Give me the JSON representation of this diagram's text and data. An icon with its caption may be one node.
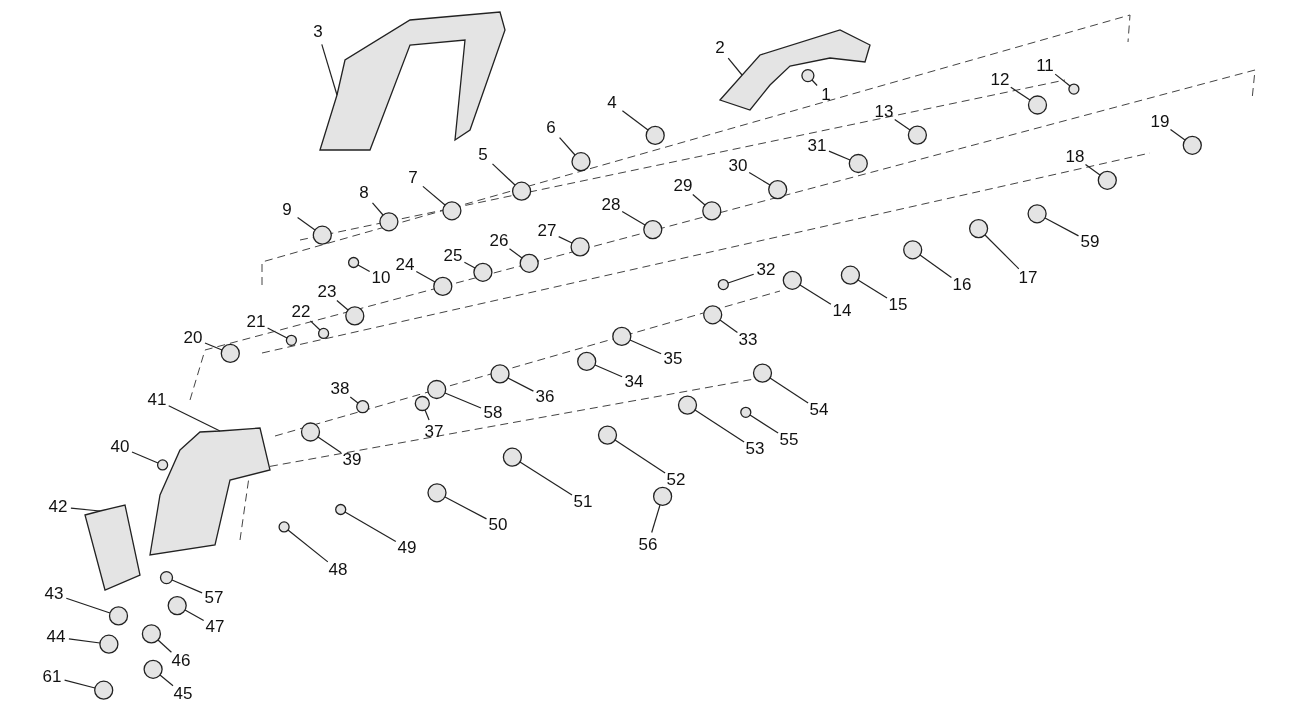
{
  "diagram": {
    "nodes": [
      {
        "text": [
          "1"
        ]
      },
      {
        "text": [
          "2"
        ]
      },
      {
        "text": [
          "3"
        ]
      },
      {
        "text": [
          "4"
        ]
      },
      {
        "text": [
          "5"
        ]
      },
      {
        "text": [
          "6"
        ]
      },
      {
        "text": [
          "7"
        ]
      },
      {
        "text": [
          "8"
        ]
      },
      {
        "text": [
          "9"
        ]
      },
      {
        "text": [
          "10"
        ]
      },
      {
        "text": [
          "11"
        ]
      },
      {
        "text": [
          "12"
        ]
      },
      {
        "text": [
          "13"
        ]
      },
      {
        "text": [
          "14"
        ]
      },
      {
        "text": [
          "15"
        ]
      },
      {
        "text": [
          "16"
        ]
      },
      {
        "text": [
          "17"
        ]
      },
      {
        "text": [
          "18"
        ]
      },
      {
        "text": [
          "19"
        ]
      },
      {
        "text": [
          "20"
        ]
      },
      {
        "text": [
          "21"
        ]
      },
      {
        "text": [
          "22"
        ]
      },
      {
        "text": [
          "23"
        ]
      },
      {
        "text": [
          "24"
        ]
      },
      {
        "text": [
          "25"
        ]
      },
      {
        "text": [
          "26"
        ]
      },
      {
        "text": [
          "27"
        ]
      },
      {
        "text": [
          "28"
        ]
      },
      {
        "text": [
          "29"
        ]
      },
      {
        "text": [
          "30"
        ]
      },
      {
        "text": [
          "31"
        ]
      },
      {
        "text": [
          "32"
        ]
      },
      {
        "text": [
          "33"
        ]
      },
      {
        "text": [
          "34"
        ]
      },
      {
        "text": [
          "35"
        ]
      },
      {
        "text": [
          "36"
        ]
      },
      {
        "text": [
          "37"
        ]
      },
      {
        "text": [
          "38"
        ]
      },
      {
        "text": [
          "39"
        ]
      },
      {
        "text": [
          "40"
        ]
      },
      {
        "text": [
          "41"
        ]
      },
      {
        "text": [
          "42"
        ]
      },
      {
        "text": [
          "43"
        ]
      },
      {
        "text": [
          "44"
        ]
      },
      {
        "text": [
          "45"
        ]
      },
      {
        "text": [
          "46"
        ]
      },
      {
        "text": [
          "47"
        ]
      },
      {
        "text": [
          "48"
        ]
      },
      {
        "text": [
          "49"
        ]
      },
      {
        "text": [
          "50"
        ]
      },
      {
        "text": [
          "51"
        ]
      },
      {
        "text": [
          "52"
        ]
      },
      {
        "text": [
          "53"
        ]
      },
      {
        "text": [
          "54"
        ]
      },
      {
        "text": [
          "55"
        ]
      },
      {
        "text": [
          "56"
        ]
      },
      {
        "text": [
          "57"
        ]
      },
      {
        "text": [
          "58"
        ]
      },
      {
        "text": [
          "59"
        ]
      },
      {
        "text": [
          "61"
        ]
      },
      {
        "text": [],
        "shape": "circle"
      },
      {
        "text": [],
        "shape": "picture"
      },
      {
        "text": [],
        "shape": "picture"
      },
      {
        "text": [],
        "shape": "circle"
      },
      {
        "text": [],
        "shape": "circle"
      },
      {
        "text": [],
        "shape": "circle"
      },
      {
        "text": [],
        "shape": "circle"
      },
      {
        "text": [],
        "shape": "circle"
      },
      {
        "text": [],
        "shape": "circle"
      },
      {
        "text": [],
        "shape": "circle"
      },
      {
        "text": [],
        "shape": "circle"
      },
      {
        "text": [],
        "shape": "circle"
      },
      {
        "text": [],
        "shape": "circle"
      },
      {
        "text": [],
        "shape": "circle"
      },
      {
        "text": [],
        "shape": "circle"
      },
      {
        "text": [],
        "shape": "circle"
      },
      {
        "text": [],
        "shape": "circle"
      },
      {
        "text": [],
        "shape": "circle"
      },
      {
        "text": [],
        "shape": "circle"
      },
      {
        "text": [],
        "shape": "circle"
      },
      {
        "text": [],
        "shape": "circle"
      },
      {
        "text": [],
        "shape": "circle"
      },
      {
        "text": [],
        "shape": "circle"
      },
      {
        "text": [],
        "shape": "circle"
      },
      {
        "text": [],
        "shape": "circle"
      },
      {
        "text": [],
        "shape": "circle"
      },
      {
        "text": [],
        "shape": "circle"
      },
      {
        "text": [],
        "shape": "circle"
      },
      {
        "text": [],
        "shape": "circle"
      },
      {
        "text": [],
        "shape": "circle"
      },
      {
        "text": [],
        "shape": "circle"
      },
      {
        "text": [],
        "shape": "circle"
      },
      {
        "text": [],
        "shape": "circle"
      },
      {
        "text": [],
        "shape": "circle"
      },
      {
        "text": [],
        "shape": "circle"
      },
      {
        "text": [],
        "shape": "circle"
      },
      {
        "text": [],
        "shape": "circle"
      },
      {
        "text": [],
        "shape": "circle"
      },
      {
        "text": [],
        "shape": "circle"
      },
      {
        "text": [],
        "shape": "circle"
      },
      {
        "text": [],
        "shape": "picture"
      },
      {
        "text": [],
        "shape": "picture"
      },
      {
        "text": [],
        "shape": "circle"
      },
      {
        "text": [],
        "shape": "circle"
      },
      {
        "text": [],
        "shape": "circle"
      },
      {
        "text": [],
        "shape": "circle"
      },
      {
        "text": [],
        "shape": "circle"
      },
      {
        "text": [],
        "shape": "circle"
      },
      {
        "text": [],
        "shape": "circle"
      },
      {
        "text": [],
        "shape": "circle"
      },
      {
        "text": [],
        "shape": "circle"
      },
      {
        "text": [],
        "shape": "circle"
      },
      {
        "text": [],
        "shape": "circle"
      },
      {
        "text": [],
        "shape": "circle"
      },
      {
        "text": [],
        "shape": "circle"
      },
      {
        "text": [],
        "shape": "circle"
      },
      {
        "text": [],
        "shape": "circle"
      },
      {
        "text": [],
        "shape": "circle"
      },
      {
        "text": [],
        "shape": "circle"
      },
      {
        "text": [],
        "shape": "circle"
      }
    ],
    "edges": [
      {
        "from": 0,
        "to": 60,
        "arrow": "none"
      },
      {
        "from": 1,
        "to": 61,
        "arrow": "none"
      },
      {
        "from": 2,
        "to": 62,
        "arrow": "none"
      },
      {
        "from": 3,
        "to": 63,
        "arrow": "none"
      },
      {
        "from": 4,
        "to": 64,
        "arrow": "none"
      },
      {
        "from": 5,
        "to": 65,
        "arrow": "none"
      },
      {
        "from": 6,
        "to": 66,
        "arrow": "none"
      },
      {
        "from": 7,
        "to": 67,
        "arrow": "none"
      },
      {
        "from": 8,
        "to": 68,
        "arrow": "none"
      },
      {
        "from": 9,
        "to": 69,
        "arrow": "none"
      },
      {
        "from": 10,
        "to": 70,
        "arrow": "none"
      },
      {
        "from": 11,
        "to": 71,
        "arrow": "none"
      },
      {
        "from": 12,
        "to": 72,
        "arrow": "none"
      },
      {
        "from": 13,
        "to": 73,
        "arrow": "none"
      },
      {
        "from": 14,
        "to": 74,
        "arrow": "none"
      },
      {
        "from": 15,
        "to": 75,
        "arrow": "none"
      },
      {
        "from": 16,
        "to": 76,
        "arrow": "none"
      },
      {
        "from": 17,
        "to": 77,
        "arrow": "none"
      },
      {
        "from": 18,
        "to": 78,
        "arrow": "none"
      },
      {
        "from": 19,
        "to": 79,
        "arrow": "none"
      },
      {
        "from": 20,
        "to": 80,
        "arrow": "none"
      },
      {
        "from": 21,
        "to": 81,
        "arrow": "none"
      },
      {
        "from": 22,
        "to": 82,
        "arrow": "none"
      },
      {
        "from": 23,
        "to": 83,
        "arrow": "none"
      },
      {
        "from": 24,
        "to": 84,
        "arrow": "none"
      },
      {
        "from": 25,
        "to": 85,
        "arrow": "none"
      },
      {
        "from": 26,
        "to": 86,
        "arrow": "none"
      },
      {
        "from": 27,
        "to": 87,
        "arrow": "none"
      },
      {
        "from": 28,
        "to": 88,
        "arrow": "none"
      },
      {
        "from": 29,
        "to": 89,
        "arrow": "none"
      },
      {
        "from": 30,
        "to": 90,
        "arrow": "none"
      },
      {
        "from": 31,
        "to": 91,
        "arrow": "none"
      },
      {
        "from": 32,
        "to": 92,
        "arrow": "none"
      },
      {
        "from": 33,
        "to": 93,
        "arrow": "none"
      },
      {
        "from": 34,
        "to": 94,
        "arrow": "none"
      },
      {
        "from": 35,
        "to": 95,
        "arrow": "none"
      },
      {
        "from": 36,
        "to": 96,
        "arrow": "none"
      },
      {
        "from": 37,
        "to": 97,
        "arrow": "none"
      },
      {
        "from": 38,
        "to": 98,
        "arrow": "none"
      },
      {
        "from": 39,
        "to": 99,
        "arrow": "none"
      },
      {
        "from": 40,
        "to": 100,
        "arrow": "none"
      },
      {
        "from": 41,
        "to": 101,
        "arrow": "none"
      },
      {
        "from": 42,
        "to": 102,
        "arrow": "none"
      },
      {
        "from": 43,
        "to": 103,
        "arrow": "none"
      },
      {
        "from": 44,
        "to": 104,
        "arrow": "none"
      },
      {
        "from": 45,
        "to": 105,
        "arrow": "none"
      },
      {
        "from": 46,
        "to": 106,
        "arrow": "none"
      },
      {
        "from": 47,
        "to": 107,
        "arrow": "none"
      },
      {
        "from": 48,
        "to": 108,
        "arrow": "none"
      },
      {
        "from": 49,
        "to": 109,
        "arrow": "none"
      },
      {
        "from": 50,
        "to": 110,
        "arrow": "none"
      },
      {
        "from": 51,
        "to": 111,
        "arrow": "none"
      },
      {
        "from": 52,
        "to": 112,
        "arrow": "none"
      },
      {
        "from": 53,
        "to": 113,
        "arrow": "none"
      },
      {
        "from": 54,
        "to": 114,
        "arrow": "none"
      },
      {
        "from": 55,
        "to": 115,
        "arrow": "none"
      },
      {
        "from": 56,
        "to": 116,
        "arrow": "none"
      },
      {
        "from": 57,
        "to": 117,
        "arrow": "none"
      },
      {
        "from": 58,
        "to": 118,
        "arrow": "none"
      },
      {
        "from": 59,
        "to": 119,
        "arrow": "none"
      }
    ]
  }
}
